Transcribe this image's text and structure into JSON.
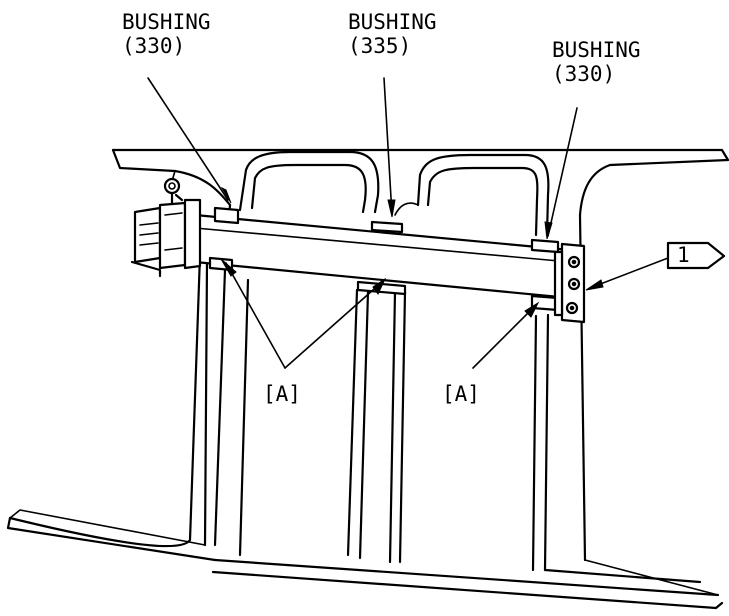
{
  "callouts": {
    "bushing_left": {
      "name": "BUSHING",
      "number": "(330)"
    },
    "bushing_center": {
      "name": "BUSHING",
      "number": "(335)"
    },
    "bushing_right": {
      "name": "BUSHING",
      "number": "(330)"
    },
    "area_a_left": "[A]",
    "area_a_right": "[A]",
    "flag": "1"
  }
}
